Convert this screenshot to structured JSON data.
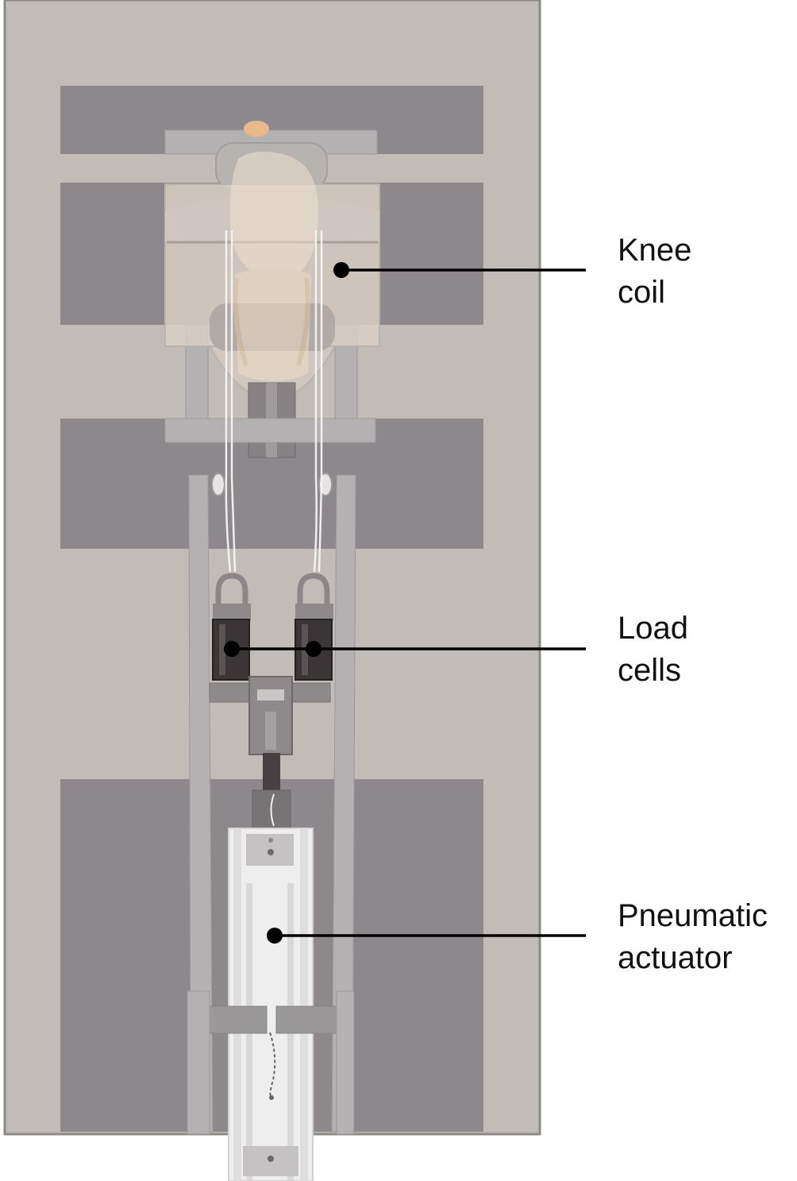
{
  "colors": {
    "frame_bg": "#c1bcb8",
    "frame_border": "#8c8884",
    "dark_panel": "#8d888c",
    "rail": "#b3b1b1",
    "rail_edge": "#9b9899",
    "coil_tint": "#d8cfc4",
    "load_cell": "#3a3536",
    "actuator": "#eeeeee",
    "leader": "#000000"
  },
  "labels": {
    "knee_coil": {
      "line1": "Knee",
      "line2": "coil"
    },
    "load_cells": {
      "line1": "Load",
      "line2": "cells"
    },
    "pneumatic_actuator": {
      "line1": "Pneumatic",
      "line2": "actuator"
    }
  }
}
